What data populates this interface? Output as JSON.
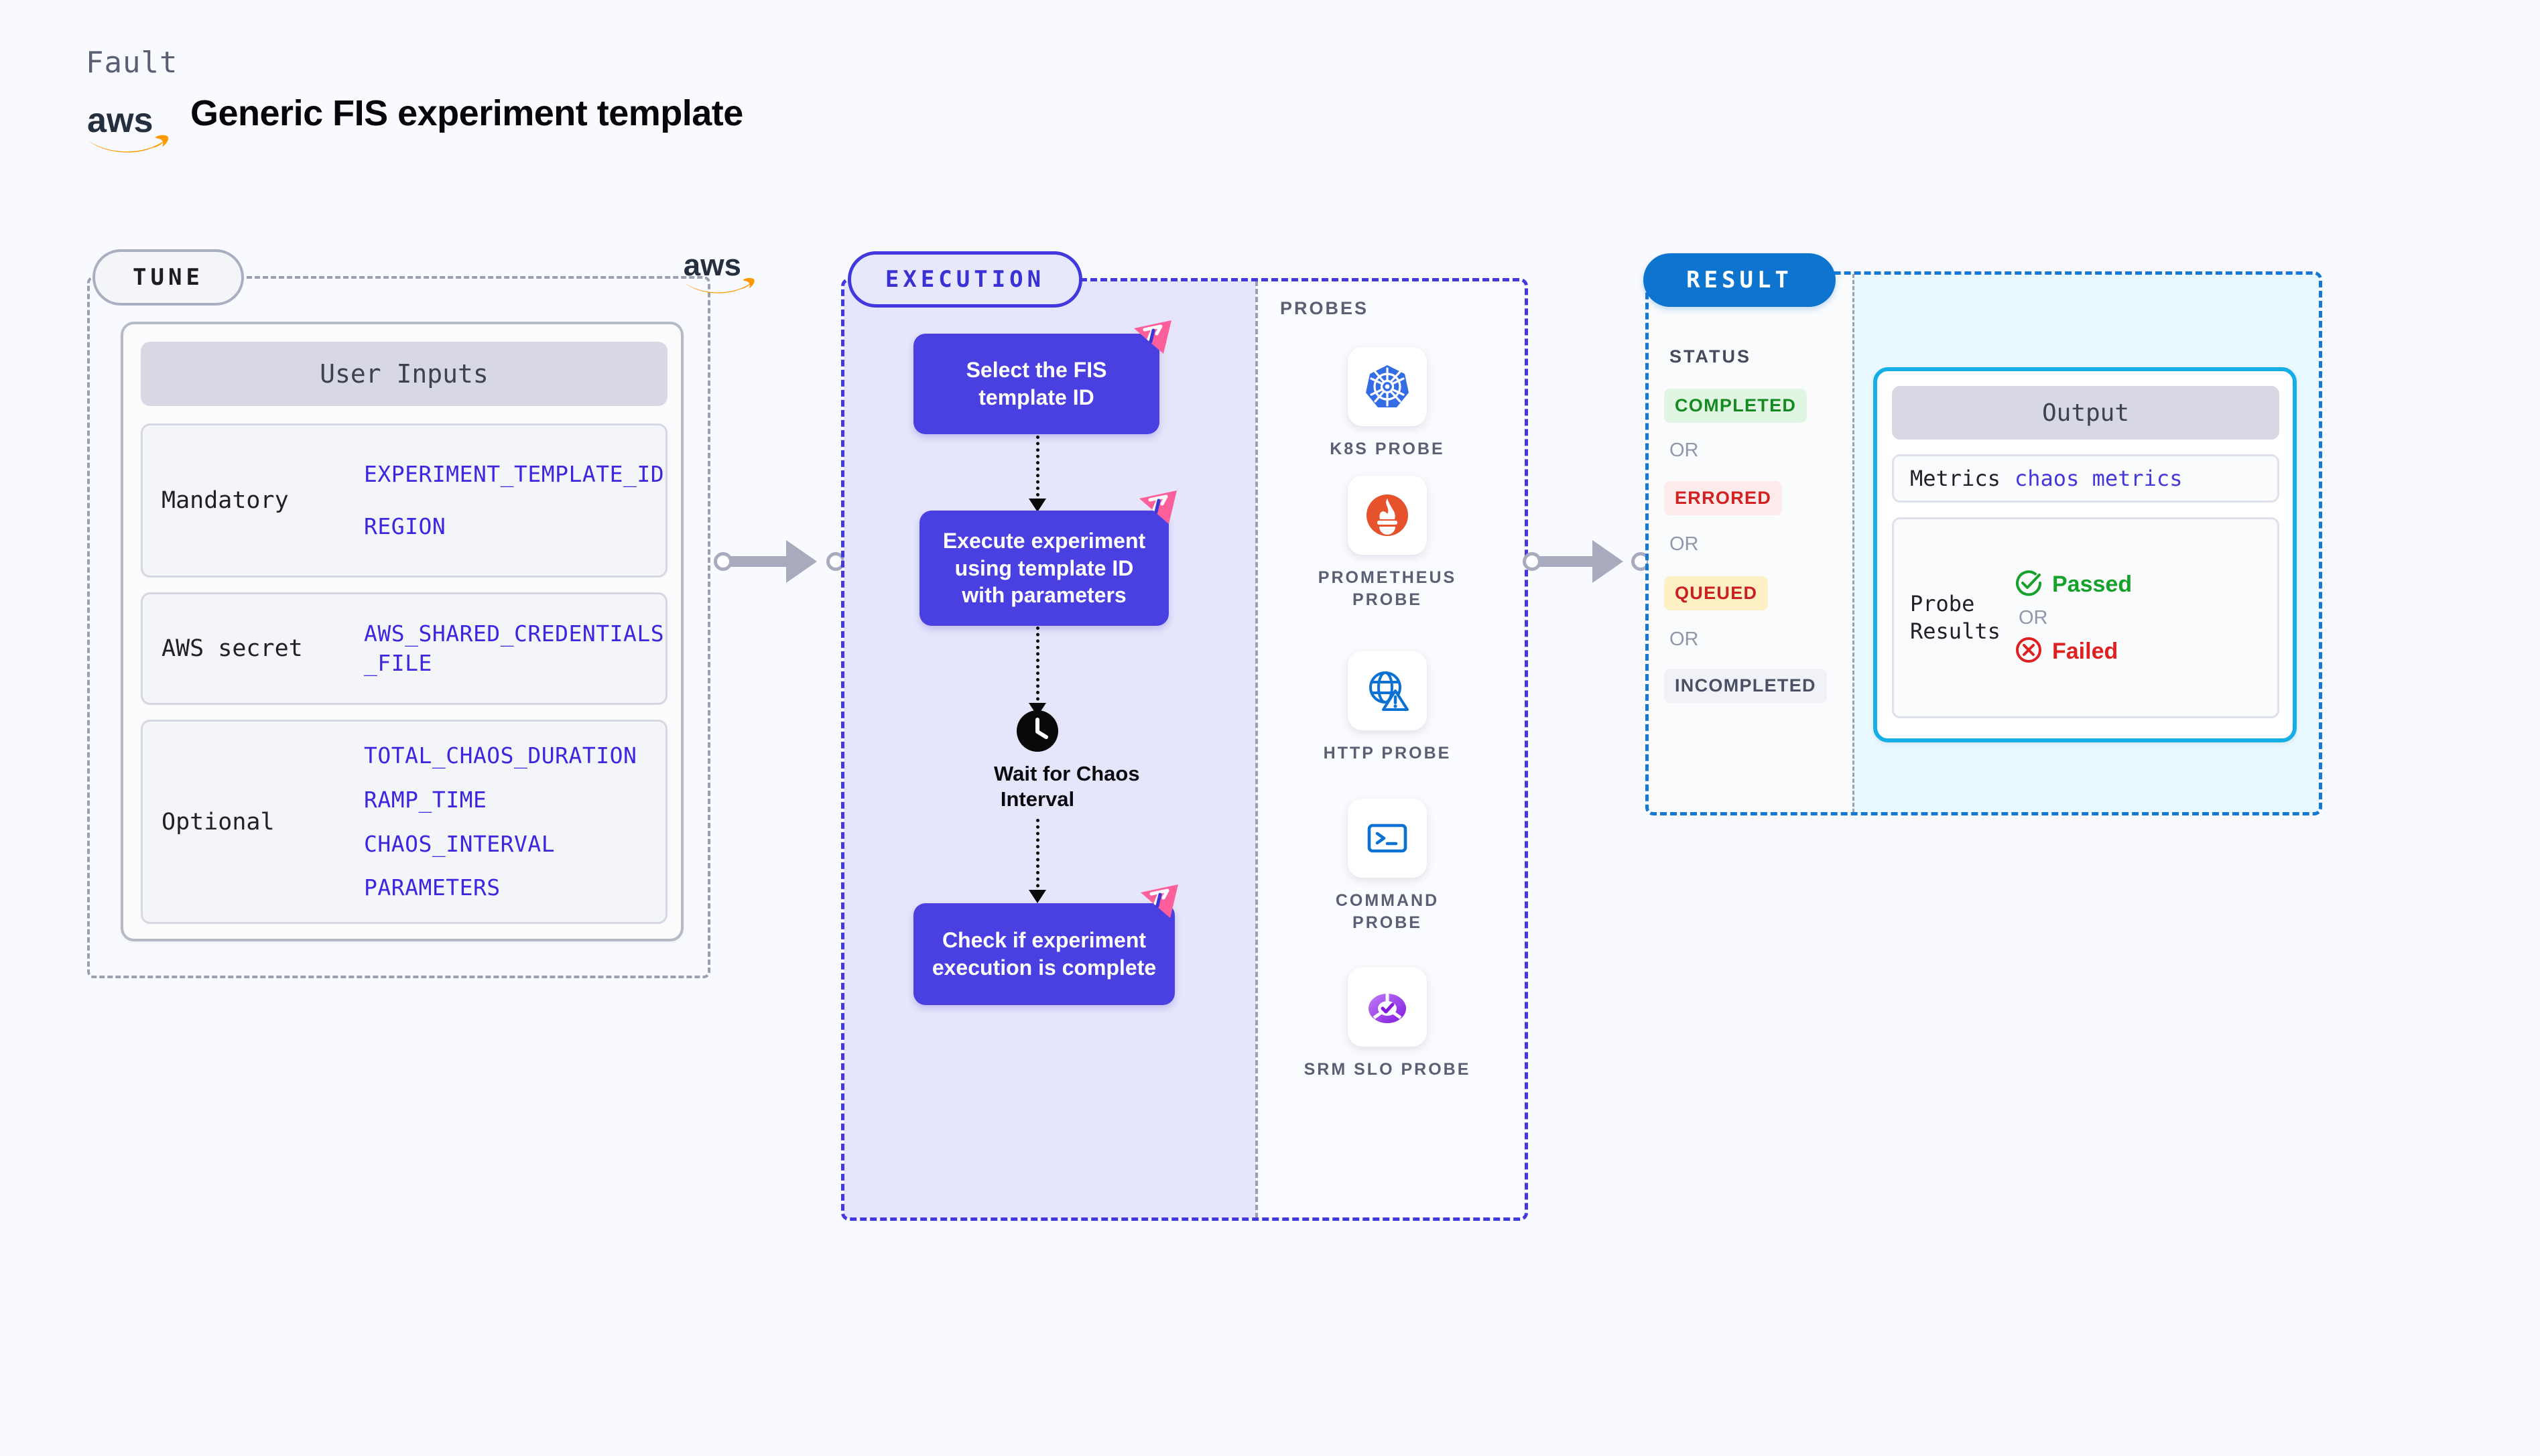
{
  "header": {
    "eyebrow": "Fault",
    "title": "Generic FIS experiment template",
    "logo_name": "aws-logo"
  },
  "colors": {
    "page_bg": "#f9faff",
    "tune_border": "#9aa0ae",
    "execution_border": "#4338dd",
    "execution_fill": "#e5e5fb",
    "result_border": "#1478d4",
    "result_fill": "#eaf9ff",
    "node_fill": "#4a3fe0",
    "flag_pink": "#fc5f9a",
    "variable_blue": "#3b27e0",
    "output_border": "#16aee8",
    "passed_green": "#16a22a",
    "failed_red": "#e02020"
  },
  "tune": {
    "pill_label": "TUNE",
    "aws_logo_name": "aws-logo",
    "card_title": "User Inputs",
    "rows": [
      {
        "label": "Mandatory",
        "vars": [
          "EXPERIMENT_TEMPLATE_ID",
          "REGION"
        ]
      },
      {
        "label": "AWS secret",
        "vars": [
          "AWS_SHARED_CREDENTIALS",
          "_FILE"
        ]
      },
      {
        "label": "Optional",
        "vars": [
          "TOTAL_CHAOS_DURATION",
          "RAMP_TIME",
          "CHAOS_INTERVAL",
          "PARAMETERS"
        ]
      }
    ]
  },
  "execution": {
    "pill_label": "EXECUTION",
    "nodes": [
      {
        "text": "Select the FIS template ID",
        "has_flag": true
      },
      {
        "text": "Execute experiment using template ID with parameters",
        "has_flag": true
      },
      {
        "text": "Check if experiment execution is complete",
        "has_flag": true
      }
    ],
    "wait": {
      "icon_name": "clock-icon",
      "label": "Wait for Chaos Interval"
    },
    "probes_title": "PROBES",
    "probes": [
      {
        "label": "K8S PROBE",
        "icon_name": "kubernetes-icon"
      },
      {
        "label": "PROMETHEUS PROBE",
        "icon_name": "prometheus-icon"
      },
      {
        "label": "HTTP PROBE",
        "icon_name": "globe-warning-icon"
      },
      {
        "label": "COMMAND PROBE",
        "icon_name": "terminal-icon"
      },
      {
        "label": "SRM SLO PROBE",
        "icon_name": "srm-slo-donut-icon"
      }
    ]
  },
  "result": {
    "pill_label": "RESULT",
    "status_title": "STATUS",
    "or_label": "OR",
    "statuses": [
      {
        "label": "COMPLETED",
        "bg": "#e1f6e2",
        "fg": "#158a20"
      },
      {
        "label": "ERRORED",
        "bg": "#fdeaea",
        "fg": "#d32020"
      },
      {
        "label": "QUEUED",
        "bg": "#fcf0c4",
        "fg": "#cc2020"
      },
      {
        "label": "INCOMPLETED",
        "bg": "#f1f2f8",
        "fg": "#4a5064"
      }
    ],
    "output": {
      "title": "Output",
      "metrics_key": "Metrics",
      "metrics_value": "chaos metrics",
      "probe_key": "Probe Results",
      "passed_label": "Passed",
      "failed_label": "Failed",
      "or_label": "OR",
      "passed_icon_name": "check-circle-icon",
      "failed_icon_name": "x-circle-icon"
    }
  },
  "connectors": [
    {
      "name": "tune-to-execution"
    },
    {
      "name": "execution-to-result"
    }
  ]
}
